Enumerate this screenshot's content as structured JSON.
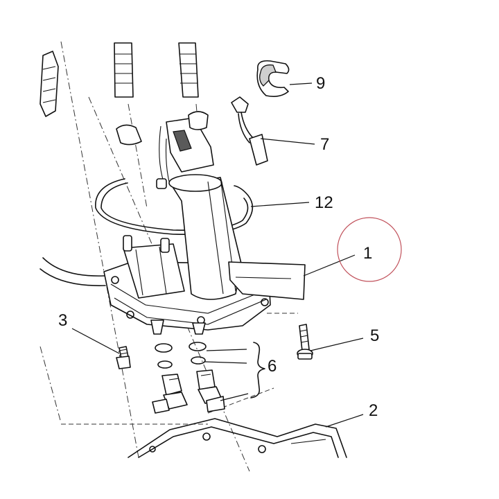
{
  "labels": {
    "part_1": "1",
    "part_2": "2",
    "part_3": "3",
    "part_5": "5",
    "part_6": "6",
    "part_7": "7",
    "part_9": "9",
    "part_12": "12"
  },
  "colors": {
    "highlight_circle": "#c0505a",
    "line": "#111111"
  }
}
